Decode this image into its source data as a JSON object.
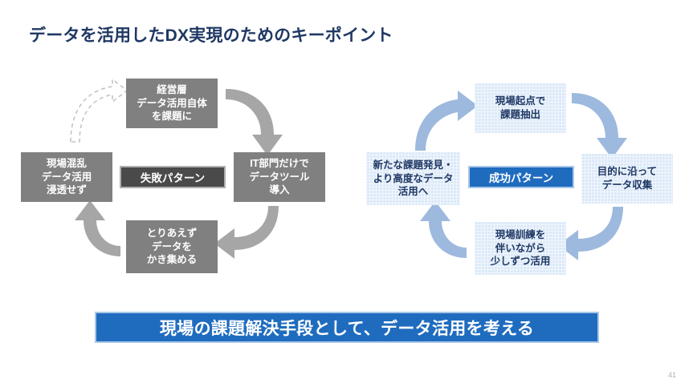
{
  "slide": {
    "title": "データを活用したDX実現のためのキーポイント",
    "page_number": "41",
    "title_color": "#1F3864",
    "background": "#ffffff"
  },
  "failure_cycle": {
    "badge_label": "失敗パターン",
    "badge_bg": "#4A4A4A",
    "badge_border": "#B0B0B0",
    "node_bg": "#808080",
    "node_text_color": "#FFFFFF",
    "arrow_color": "#A6A6A6",
    "ghost_arrow_color": "#BFBFBF",
    "nodes": [
      {
        "id": "exec-layer",
        "label": "経営層\nデータ活用自体\nを課題に"
      },
      {
        "id": "it-dept-only",
        "label": "IT部門だけで\nデータツール\n導入"
      },
      {
        "id": "gather-data",
        "label": "とりあえず\nデータを\nかき集める"
      },
      {
        "id": "site-confusion",
        "label": "現場混乱\nデータ活用\n浸透せず"
      }
    ]
  },
  "success_cycle": {
    "badge_label": "成功パターン",
    "badge_bg": "#1F6CBF",
    "badge_border": "#A9C7E8",
    "node_bg": "#DCE9F8",
    "node_text_color": "#1F3864",
    "arrow_color": "#9DB9DD",
    "nodes": [
      {
        "id": "site-origin-issue",
        "label": "現場起点で\n課題抽出"
      },
      {
        "id": "purpose-driven-collection",
        "label": "目的に沿って\nデータ収集"
      },
      {
        "id": "gradual-use-with-training",
        "label": "現場訓練を\n伴いながら\n少しずつ活用"
      },
      {
        "id": "new-issues-advanced-use",
        "label": "新たな課題発見・\nより高度なデータ\n活用へ"
      }
    ]
  },
  "banner": {
    "text": "現場の課題解決手段として、データ活用を考える",
    "bg": "#1F6CBF",
    "border": "#A9C7E8",
    "text_color": "#FFFFFF"
  }
}
